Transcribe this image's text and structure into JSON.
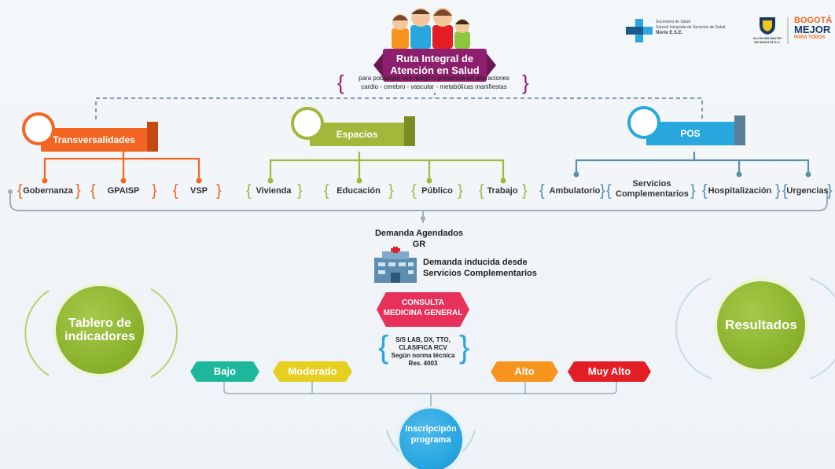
{
  "header": {
    "title_line1": "Ruta Integral de",
    "title_line2": "Atención en Salud",
    "subtitle_line1": "para población con riesgo o presencia de alteraciones",
    "subtitle_line2": "cardio - cerebro - vascular - metabólicas manifiestas"
  },
  "logos": {
    "subred_line1": "Secretaría de Salud",
    "subred_line2": "Subred Integrada de Servicios de Salud",
    "subred_line3": "Norte E.S.E.",
    "alcaldia": "ALCALDÍA MAYOR DE BOGOTÁ D.C.",
    "bogota_line1": "BOGOTÁ",
    "bogota_line2": "MEJOR",
    "bogota_line3": "PARA TODOS"
  },
  "categories": {
    "transversalidades": {
      "label": "Transversalidades",
      "color": "#f26522",
      "items": [
        "Gobernanza",
        "GPAISP",
        "VSP"
      ]
    },
    "espacios": {
      "label": "Espacios",
      "color": "#a3b83a",
      "items": [
        "Vivienda",
        "Educación",
        "Público",
        "Trabajo"
      ]
    },
    "pos": {
      "label": "POS",
      "color": "#29a8e0",
      "items": [
        "Ambulatorio",
        "Servicios Complementarios",
        "Hospitalización",
        "Urgencias"
      ]
    }
  },
  "flow": {
    "demanda_agendados_line1": "Demanda Agendados",
    "demanda_agendados_line2": "GR",
    "demanda_inducida_line1": "Demanda inducida desde",
    "demanda_inducida_line2": "Servicios Complementarios",
    "consulta_line1": "CONSULTA",
    "consulta_line2": "MEDICINA GENERAL",
    "note_line1": "S/S LAB, DX, TTO,",
    "note_line2": "CLASIFICA RCV",
    "note_line3": "Según norma técnica",
    "note_line4": "Res. 4003"
  },
  "levels": [
    {
      "label": "Bajo",
      "color": "#1fb79a"
    },
    {
      "label": "Moderado",
      "color": "#e6cf1e"
    },
    {
      "label": "Alto",
      "color": "#f7941d"
    },
    {
      "label": "Muy Alto",
      "color": "#e31e24"
    }
  ],
  "tablero_line1": "Tablero de",
  "tablero_line2": "indicadores",
  "resultados": "Resultados",
  "inscripcion_line1": "Inscripcipón",
  "inscripcion_line2": "programa"
}
